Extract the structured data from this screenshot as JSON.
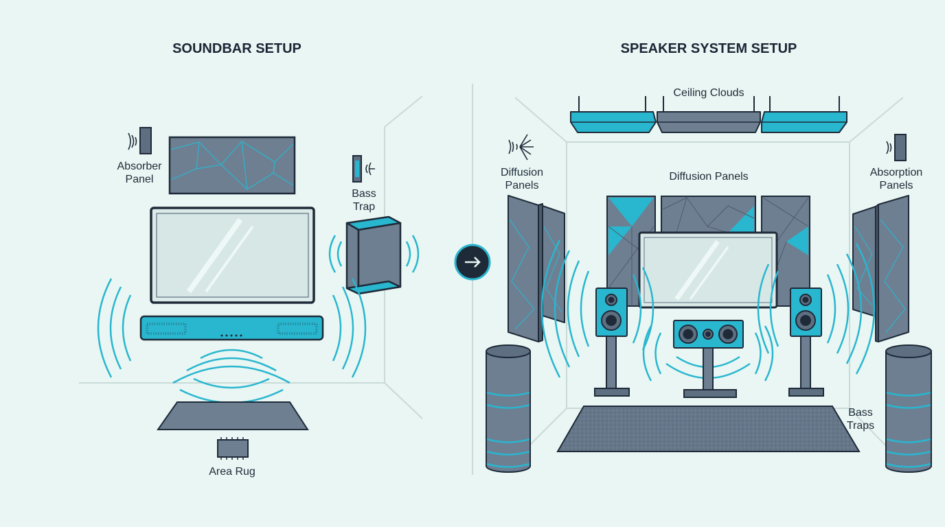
{
  "colors": {
    "background": "#e9f6f3",
    "cyan": "#29b6cf",
    "navy": "#1e2a38",
    "slate": "#6e7f92",
    "screen": "#dbeae8"
  },
  "left_panel": {
    "title": "SOUNDBAR SETUP",
    "labels": {
      "absorber_line1": "Absorber",
      "absorber_line2": "Panel",
      "bass_trap_line1": "Bass",
      "bass_trap_line2": "Trap",
      "area_rug": "Area Rug"
    }
  },
  "right_panel": {
    "title": "SPEAKER SYSTEM SETUP",
    "labels": {
      "ceiling_clouds": "Ceiling Clouds",
      "diffusion_side_line1": "Diffusion",
      "diffusion_side_line2": "Panels",
      "diffusion_back": "Diffusion Panels",
      "absorption_line1": "Absorption",
      "absorption_line2": "Panels",
      "bass_traps_line1": "Bass",
      "bass_traps_line2": "Traps"
    }
  },
  "icons": [
    "sound-wave-icon",
    "arrow-right-icon",
    "diffusion-icon",
    "rug-chip-icon"
  ]
}
